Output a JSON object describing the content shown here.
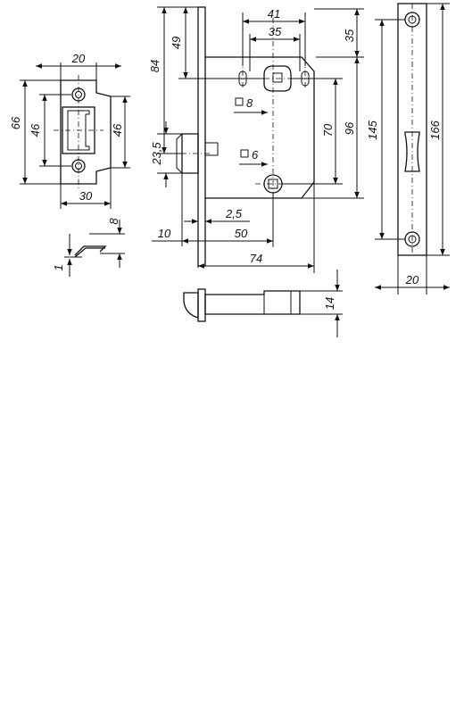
{
  "drawing": {
    "strike_plate": {
      "top_width": "20",
      "height": "66",
      "inner_height": "46",
      "side_height": "46",
      "bottom_width": "30"
    },
    "strike_section": {
      "height": "8",
      "thickness": "1"
    },
    "lock_body": {
      "spacing_41": "41",
      "spacing_35": "35",
      "top_49": "49",
      "backset_84": "84",
      "right_35": "35",
      "right_70": "70",
      "right_96": "96",
      "latch_23_5": "23,5",
      "spindle_square": "8",
      "turn_square": "6",
      "dim_2_5": "2,5",
      "dim_10": "10",
      "dim_50": "50",
      "dim_74": "74"
    },
    "latch_bolt": {
      "height": "14"
    },
    "faceplate": {
      "inner_length": "145",
      "total_length": "166",
      "width": "20"
    }
  }
}
